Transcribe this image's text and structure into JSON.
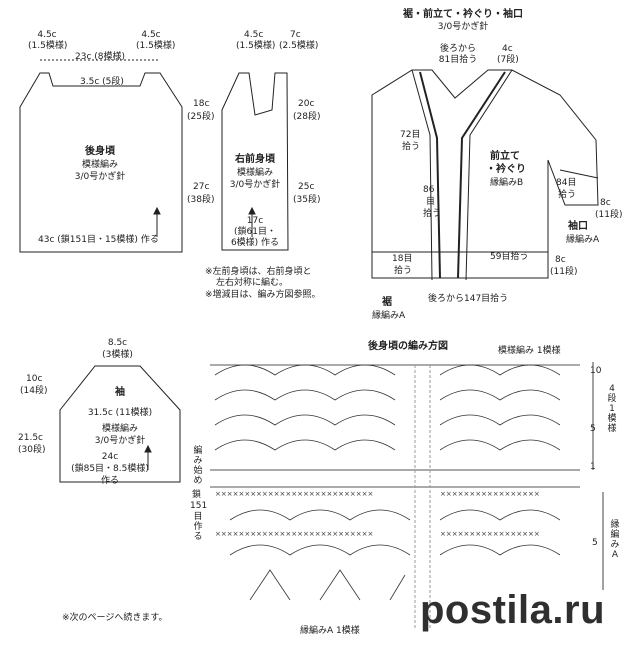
{
  "back": {
    "w_left": "4.5c",
    "w_left_sub": "(1.5模様)",
    "w_right": "4.5c",
    "w_right_sub": "(1.5模様)",
    "w_mid": "23c (8模様)",
    "neck": "3.5c (5段)",
    "h_top": "18c",
    "h_top_sub": "(25段)",
    "h_bot": "27c",
    "h_bot_sub": "(38段)",
    "title": "後身頃",
    "stitch": "模様編み",
    "hook": "3/0号かぎ針",
    "bottom": "43c (鎖151目・15模様) 作る"
  },
  "front": {
    "w_left": "4.5c",
    "w_left_sub": "(1.5模様)",
    "w_right": "7c",
    "w_right_sub": "(2.5模様)",
    "h_top": "20c",
    "h_top_sub": "(28段)",
    "h_bot": "25c",
    "h_bot_sub": "(35段)",
    "title": "右前身頃",
    "stitch": "模様編み",
    "hook": "3/0号かぎ針",
    "chain_a": "17c",
    "chain_b": "(鎖61目・",
    "chain_c": "6模様) 作る",
    "note1": "※左前身頃は、右前身頃と",
    "note1b": "左右対称に編む。",
    "note2": "※増減目は、編み方図参照。"
  },
  "assembly": {
    "title": "裾・前立て・衿ぐり・袖口",
    "hook": "3/0号かぎ針",
    "back_pick": "後ろから",
    "back_pick2": "81目拾う",
    "pick4": "4c",
    "pick4b": "(7段)",
    "pick72": "72目",
    "pick72b": "拾う",
    "band": "前立て",
    "band2": "・衿ぐり",
    "band3": "縁編みB",
    "pick86": "86",
    "pick86b": "目",
    "pick86c": "拾う",
    "cuff84": "84目",
    "cuff84b": "拾う",
    "c8": "8c",
    "c8b": "(11段)",
    "cuff": "袖口",
    "cuff_st": "縁編みA",
    "pick18": "18目",
    "pick18b": "拾う",
    "pick59": "59目拾う",
    "h8": "8c",
    "h8b": "(11段)",
    "pick147": "後ろから147目拾う",
    "hem": "裾",
    "hem_st": "縁編みA"
  },
  "sleeve": {
    "top": "8.5c",
    "top_sub": "(3模様)",
    "h1": "10c",
    "h1b": "(14段)",
    "title": "袖",
    "w": "31.5c (11模様)",
    "stitch": "模様編み",
    "hook": "3/0号かぎ針",
    "h2": "21.5c",
    "h2b": "(30段)",
    "bw": "24c",
    "bw2": "(鎖85目・8.5模様)",
    "bw3": "作る"
  },
  "chart": {
    "title": "後身頃の編み方図",
    "repeat": "模様編み 1模様",
    "start": "編み始め",
    "chain": "鎖",
    "chain2": "151",
    "chain3": "目作る",
    "rows_label": "4段1模様",
    "r10": "10",
    "r5": "5",
    "r1": "1",
    "ra": "5",
    "edge": "縁編みA",
    "bottom": "縁編みA 1模様"
  },
  "footer": "※次のページへ続きます。",
  "watermark": "postila.ru"
}
